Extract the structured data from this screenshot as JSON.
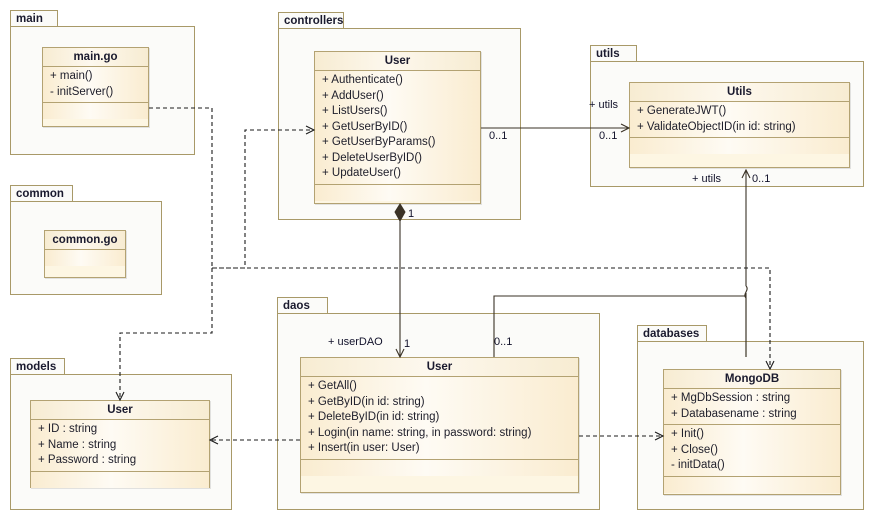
{
  "diagram": {
    "type": "uml-class-diagram",
    "title": "",
    "colors": {
      "class_fill": "#fdf6e3",
      "class_header": "#f7ecd2",
      "class_border": "#b3a272",
      "package_border": "#a89968",
      "package_fill": "#fbfbf9",
      "line": "#3a3226",
      "text": "#1a1a2e",
      "background": "#ffffff"
    }
  },
  "packages": {
    "main": {
      "label": "main"
    },
    "common": {
      "label": "common"
    },
    "models": {
      "label": "models"
    },
    "controllers": {
      "label": "controllers"
    },
    "daos": {
      "label": "daos"
    },
    "utils": {
      "label": "utils"
    },
    "databases": {
      "label": "databases"
    }
  },
  "classes": {
    "main_go": {
      "name": "main.go",
      "attributes": [],
      "operations": [
        "+ main()",
        "- initServer()"
      ],
      "has_empty_compartment": true
    },
    "common_go": {
      "name": "common.go",
      "attributes": [],
      "operations": [],
      "has_empty_compartment": true
    },
    "models_user": {
      "name": "User",
      "attributes": [
        "+ ID : string",
        "+ Name : string",
        "+ Password : string"
      ],
      "operations": [],
      "has_empty_compartment": true
    },
    "controllers_user": {
      "name": "User",
      "attributes": [],
      "operations": [
        "+ Authenticate()",
        "+ AddUser()",
        "+ ListUsers()",
        "+ GetUserByID()",
        "+ GetUserByParams()",
        "+ DeleteUserByID()",
        "+ UpdateUser()"
      ],
      "has_empty_compartment": true
    },
    "daos_user": {
      "name": "User",
      "attributes": [],
      "operations": [
        "+ GetAll()",
        "+ GetByID(in id: string)",
        "+ DeleteByID(in id: string)",
        "+ Login(in name: string, in password: string)",
        "+ Insert(in user: User)"
      ],
      "has_empty_compartment": true
    },
    "utils_utils": {
      "name": "Utils",
      "attributes": [],
      "operations": [
        "+ GenerateJWT()",
        "+ ValidateObjectID(in id: string)"
      ],
      "has_empty_compartment": true
    },
    "databases_mongodb": {
      "name": "MongoDB",
      "attributes": [
        "+ MgDbSession : string",
        "+ Databasename : string"
      ],
      "operations": [
        "+ Init()",
        "+ Close()",
        "- initData()"
      ],
      "has_empty_compartment": true
    }
  },
  "edge_labels": {
    "controllers_utils_role": "+ utils",
    "controllers_utils_source_mult": "0..1",
    "controllers_utils_target_mult": "0..1",
    "daos_utils_role": "+ utils",
    "daos_utils_target_mult": "0..1",
    "daos_utils_source_mult": "0..1",
    "controllers_daos_role": "+ userDAO",
    "controllers_daos_source_mult": "1",
    "controllers_daos_target_mult": "1"
  },
  "relationships": [
    {
      "from": "controllers_user",
      "to": "utils_utils",
      "kind": "association",
      "role": "+ utils",
      "source_multiplicity": "0..1",
      "target_multiplicity": "0..1"
    },
    {
      "from": "daos_user",
      "to": "utils_utils",
      "kind": "association",
      "role": "+ utils",
      "source_multiplicity": "0..1",
      "target_multiplicity": "0..1"
    },
    {
      "from": "controllers_user",
      "to": "daos_user",
      "kind": "composition",
      "role": "+ userDAO",
      "source_multiplicity": "1",
      "target_multiplicity": "1"
    },
    {
      "from": "main_go",
      "to": "controllers_user",
      "kind": "dependency"
    },
    {
      "from": "main_go",
      "to": "models_user",
      "kind": "dependency"
    },
    {
      "from": "daos_user",
      "to": "models_user",
      "kind": "dependency"
    },
    {
      "from": "daos_user",
      "to": "databases_mongodb",
      "kind": "dependency"
    },
    {
      "from": "daos_user",
      "to": "databases_mongodb",
      "kind": "dependency-top"
    }
  ]
}
